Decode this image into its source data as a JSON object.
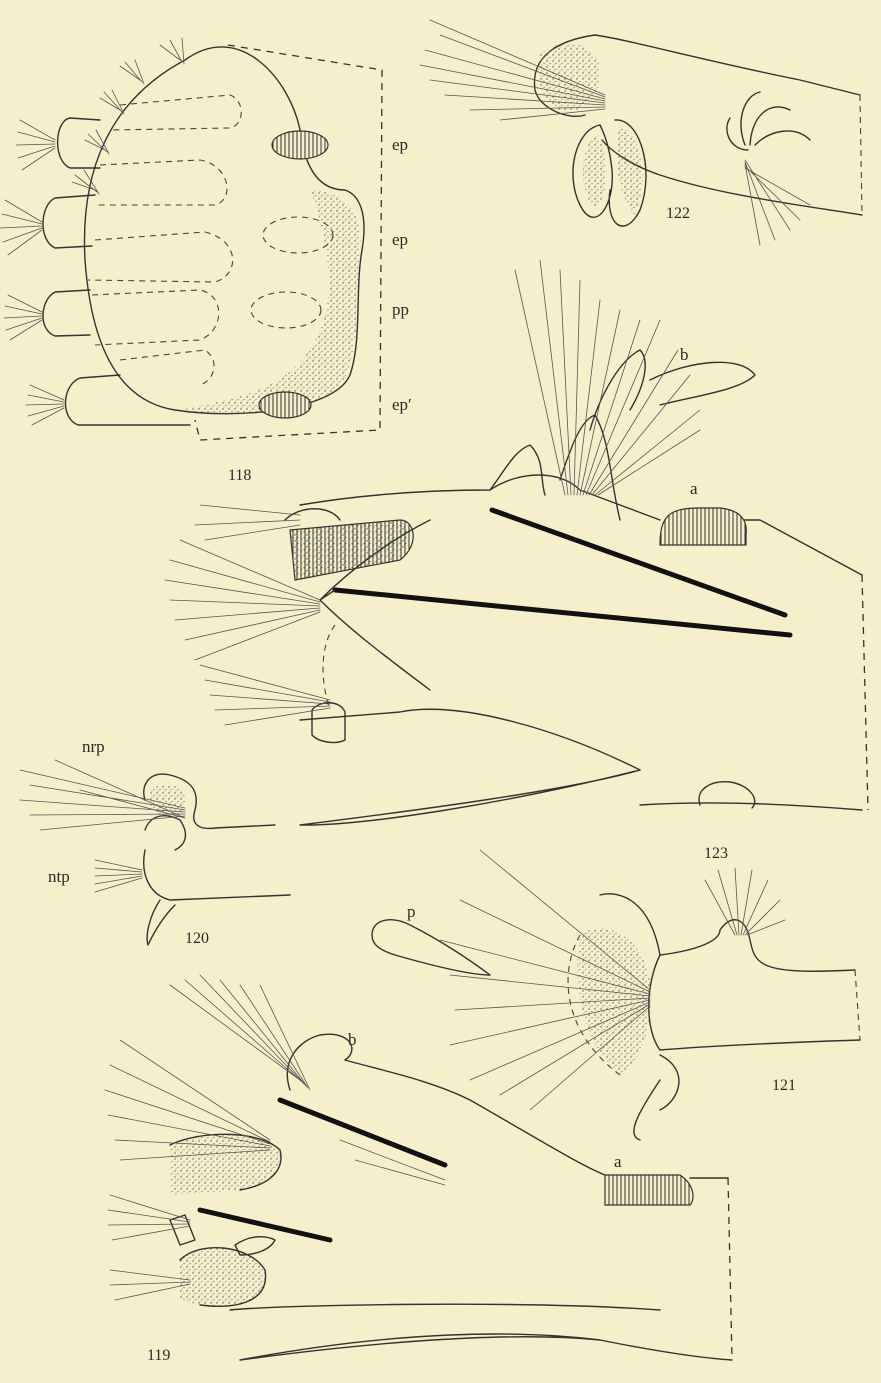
{
  "plate": {
    "figures": [
      {
        "number": "118",
        "labels": [
          "ep",
          "ep",
          "pp",
          "ep′"
        ]
      },
      {
        "number": "119",
        "labels": [
          "b",
          "a"
        ]
      },
      {
        "number": "120",
        "labels": [
          "nrp",
          "ntp"
        ]
      },
      {
        "number": "121",
        "labels": [
          "p"
        ]
      },
      {
        "number": "122",
        "labels": []
      },
      {
        "number": "123",
        "labels": [
          "b",
          "a"
        ]
      }
    ],
    "fig118": {
      "number": "118",
      "l1": "ep",
      "l2": "ep",
      "l3": "pp",
      "l4": "ep′"
    },
    "fig119": {
      "number": "119",
      "b": "b",
      "a": "a"
    },
    "fig120": {
      "number": "120",
      "nrp": "nrp",
      "ntp": "ntp"
    },
    "fig121": {
      "number": "121",
      "p": "p"
    },
    "fig122": {
      "number": "122"
    },
    "fig123": {
      "number": "123",
      "b": "b",
      "a": "a"
    }
  }
}
